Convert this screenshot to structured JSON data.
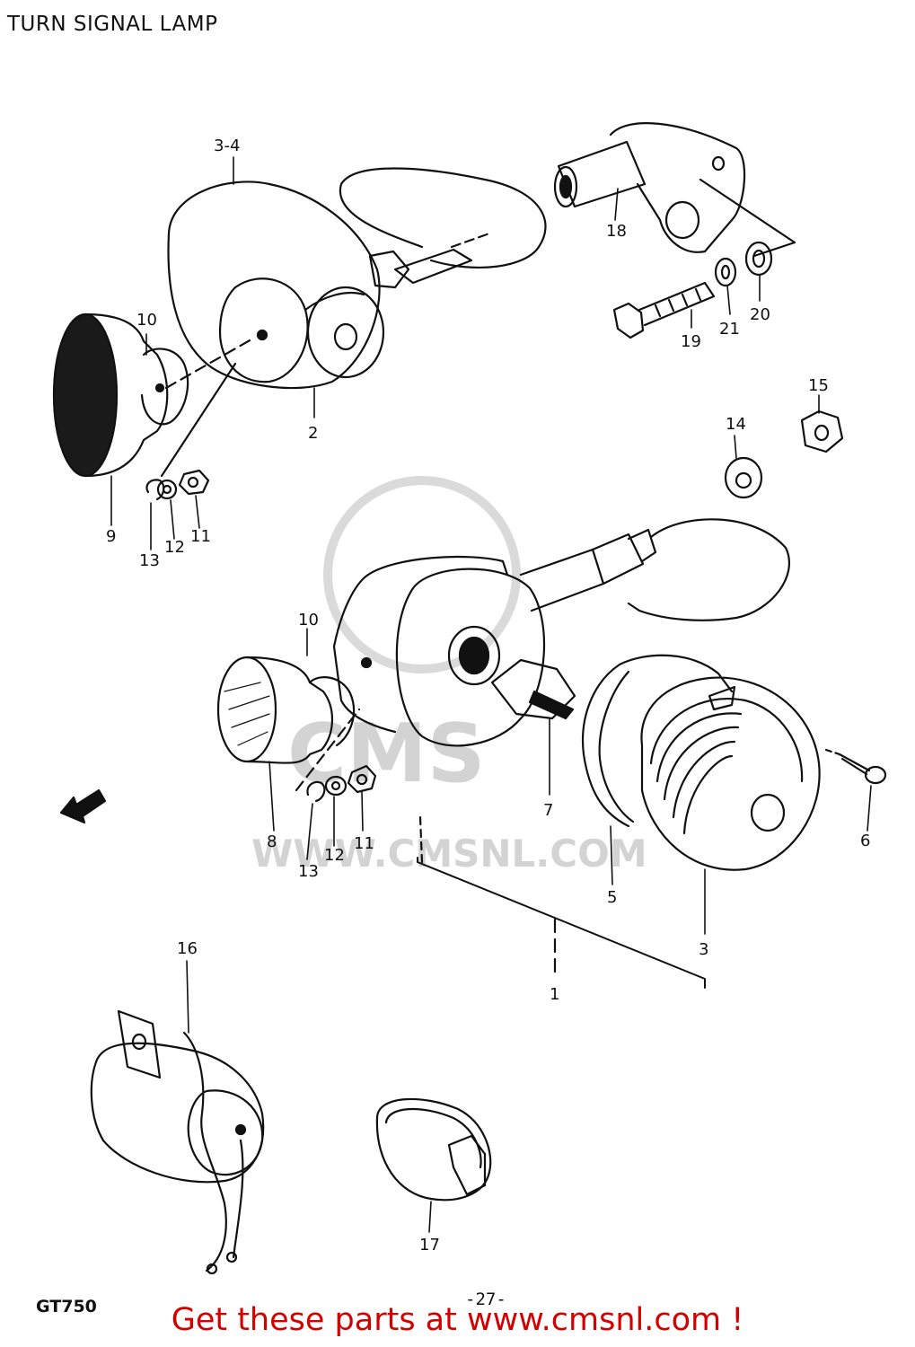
{
  "header": {
    "title": "TURN SIGNAL LAMP"
  },
  "footer": {
    "model": "GT750",
    "page_number": "-27-",
    "promo": "Get these parts at www.cmsnl.com !"
  },
  "watermark": {
    "text": "WWW.CMSNL.COM"
  },
  "parts": [
    "3-4",
    "18",
    "10",
    "2",
    "21",
    "20",
    "19",
    "9",
    "13",
    "12",
    "11",
    "15",
    "14",
    "10",
    "7",
    "6",
    "8",
    "12",
    "11",
    "13",
    "5",
    "3",
    "1",
    "16",
    "17"
  ]
}
